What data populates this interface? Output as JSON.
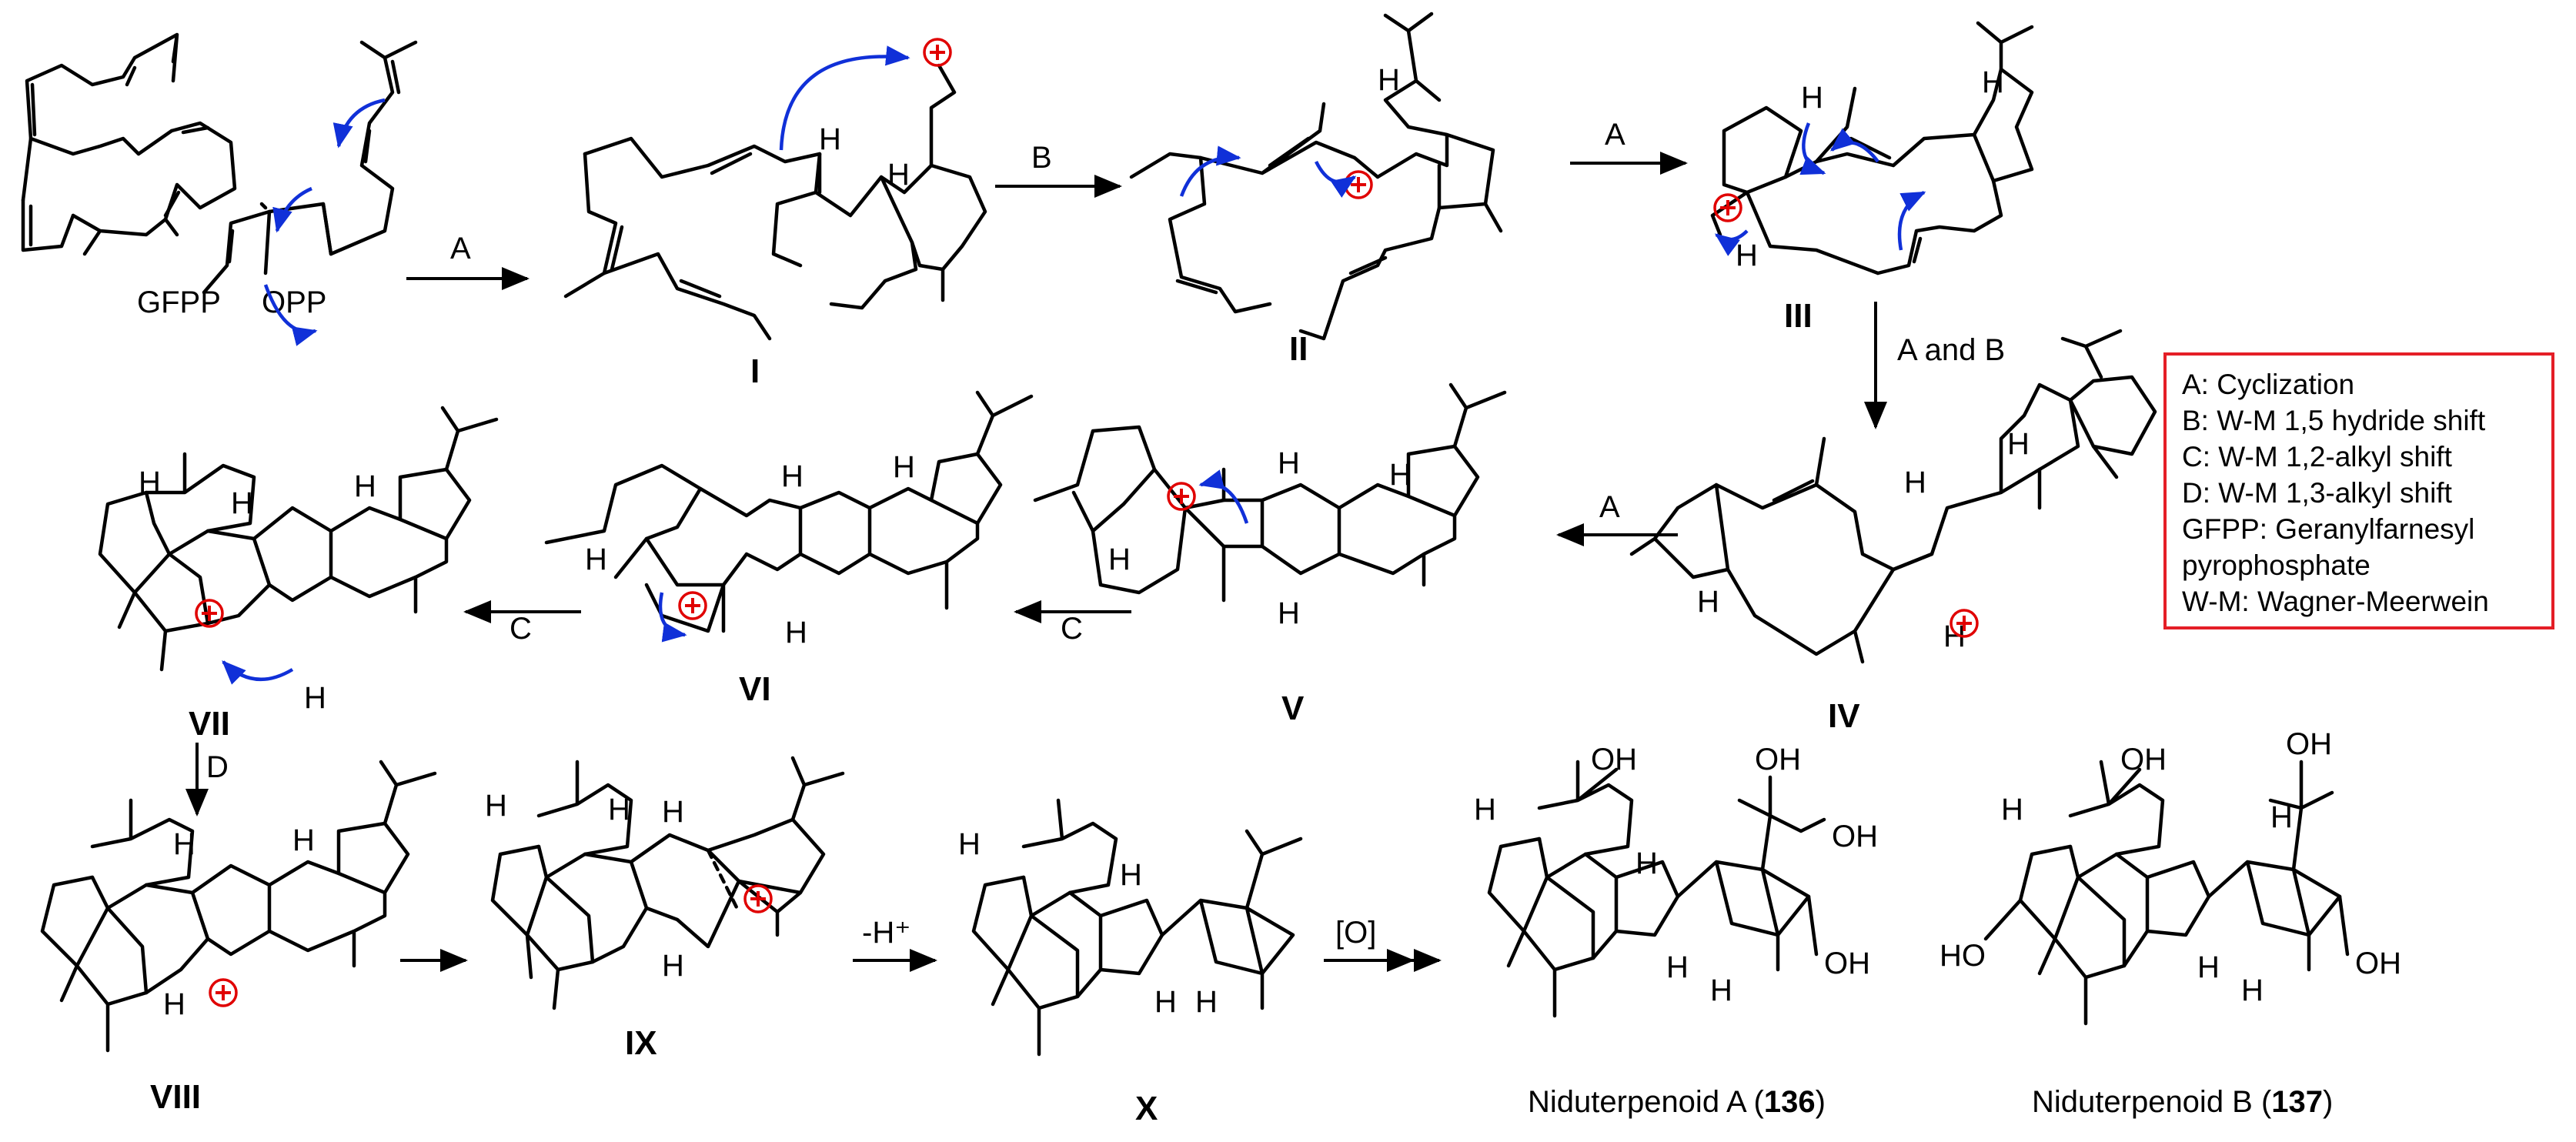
{
  "compounds": {
    "gfpp": "GFPP",
    "c1": "I",
    "c2": "II",
    "c3": "III",
    "c4": "IV",
    "c5": "V",
    "c6": "VI",
    "c7": "VII",
    "c8": "VIII",
    "c9": "IX",
    "c10": "X"
  },
  "steps": {
    "a1": "A",
    "b1": "B",
    "a2": "A",
    "ab": "A and B",
    "a3": "A",
    "c1": "C",
    "c2": "C",
    "d1": "D",
    "deprot": "-H⁺",
    "ox": "[O]"
  },
  "atoms": {
    "opp": "OPP",
    "h": "H",
    "oh": "OH",
    "ho": "HO"
  },
  "products": {
    "p1_name": "Niduterpenoid A (",
    "p1_num": "136",
    "p1_close": ")",
    "p2_name": "Niduterpenoid B (",
    "p2_num": "137",
    "p2_close": ")"
  },
  "legend": [
    "A: Cyclization",
    "B: W-M 1,5 hydride shift",
    "C: W-M 1,2-alkyl shift",
    "D: W-M 1,3-alkyl shift",
    "GFPP: Geranylfarnesyl",
    "pyrophosphate",
    "W-M: Wagner-Meerwein"
  ],
  "colors": {
    "electron_arrow": "#1030d8",
    "cation": "#e00000",
    "legend_border": "#e41e26"
  }
}
